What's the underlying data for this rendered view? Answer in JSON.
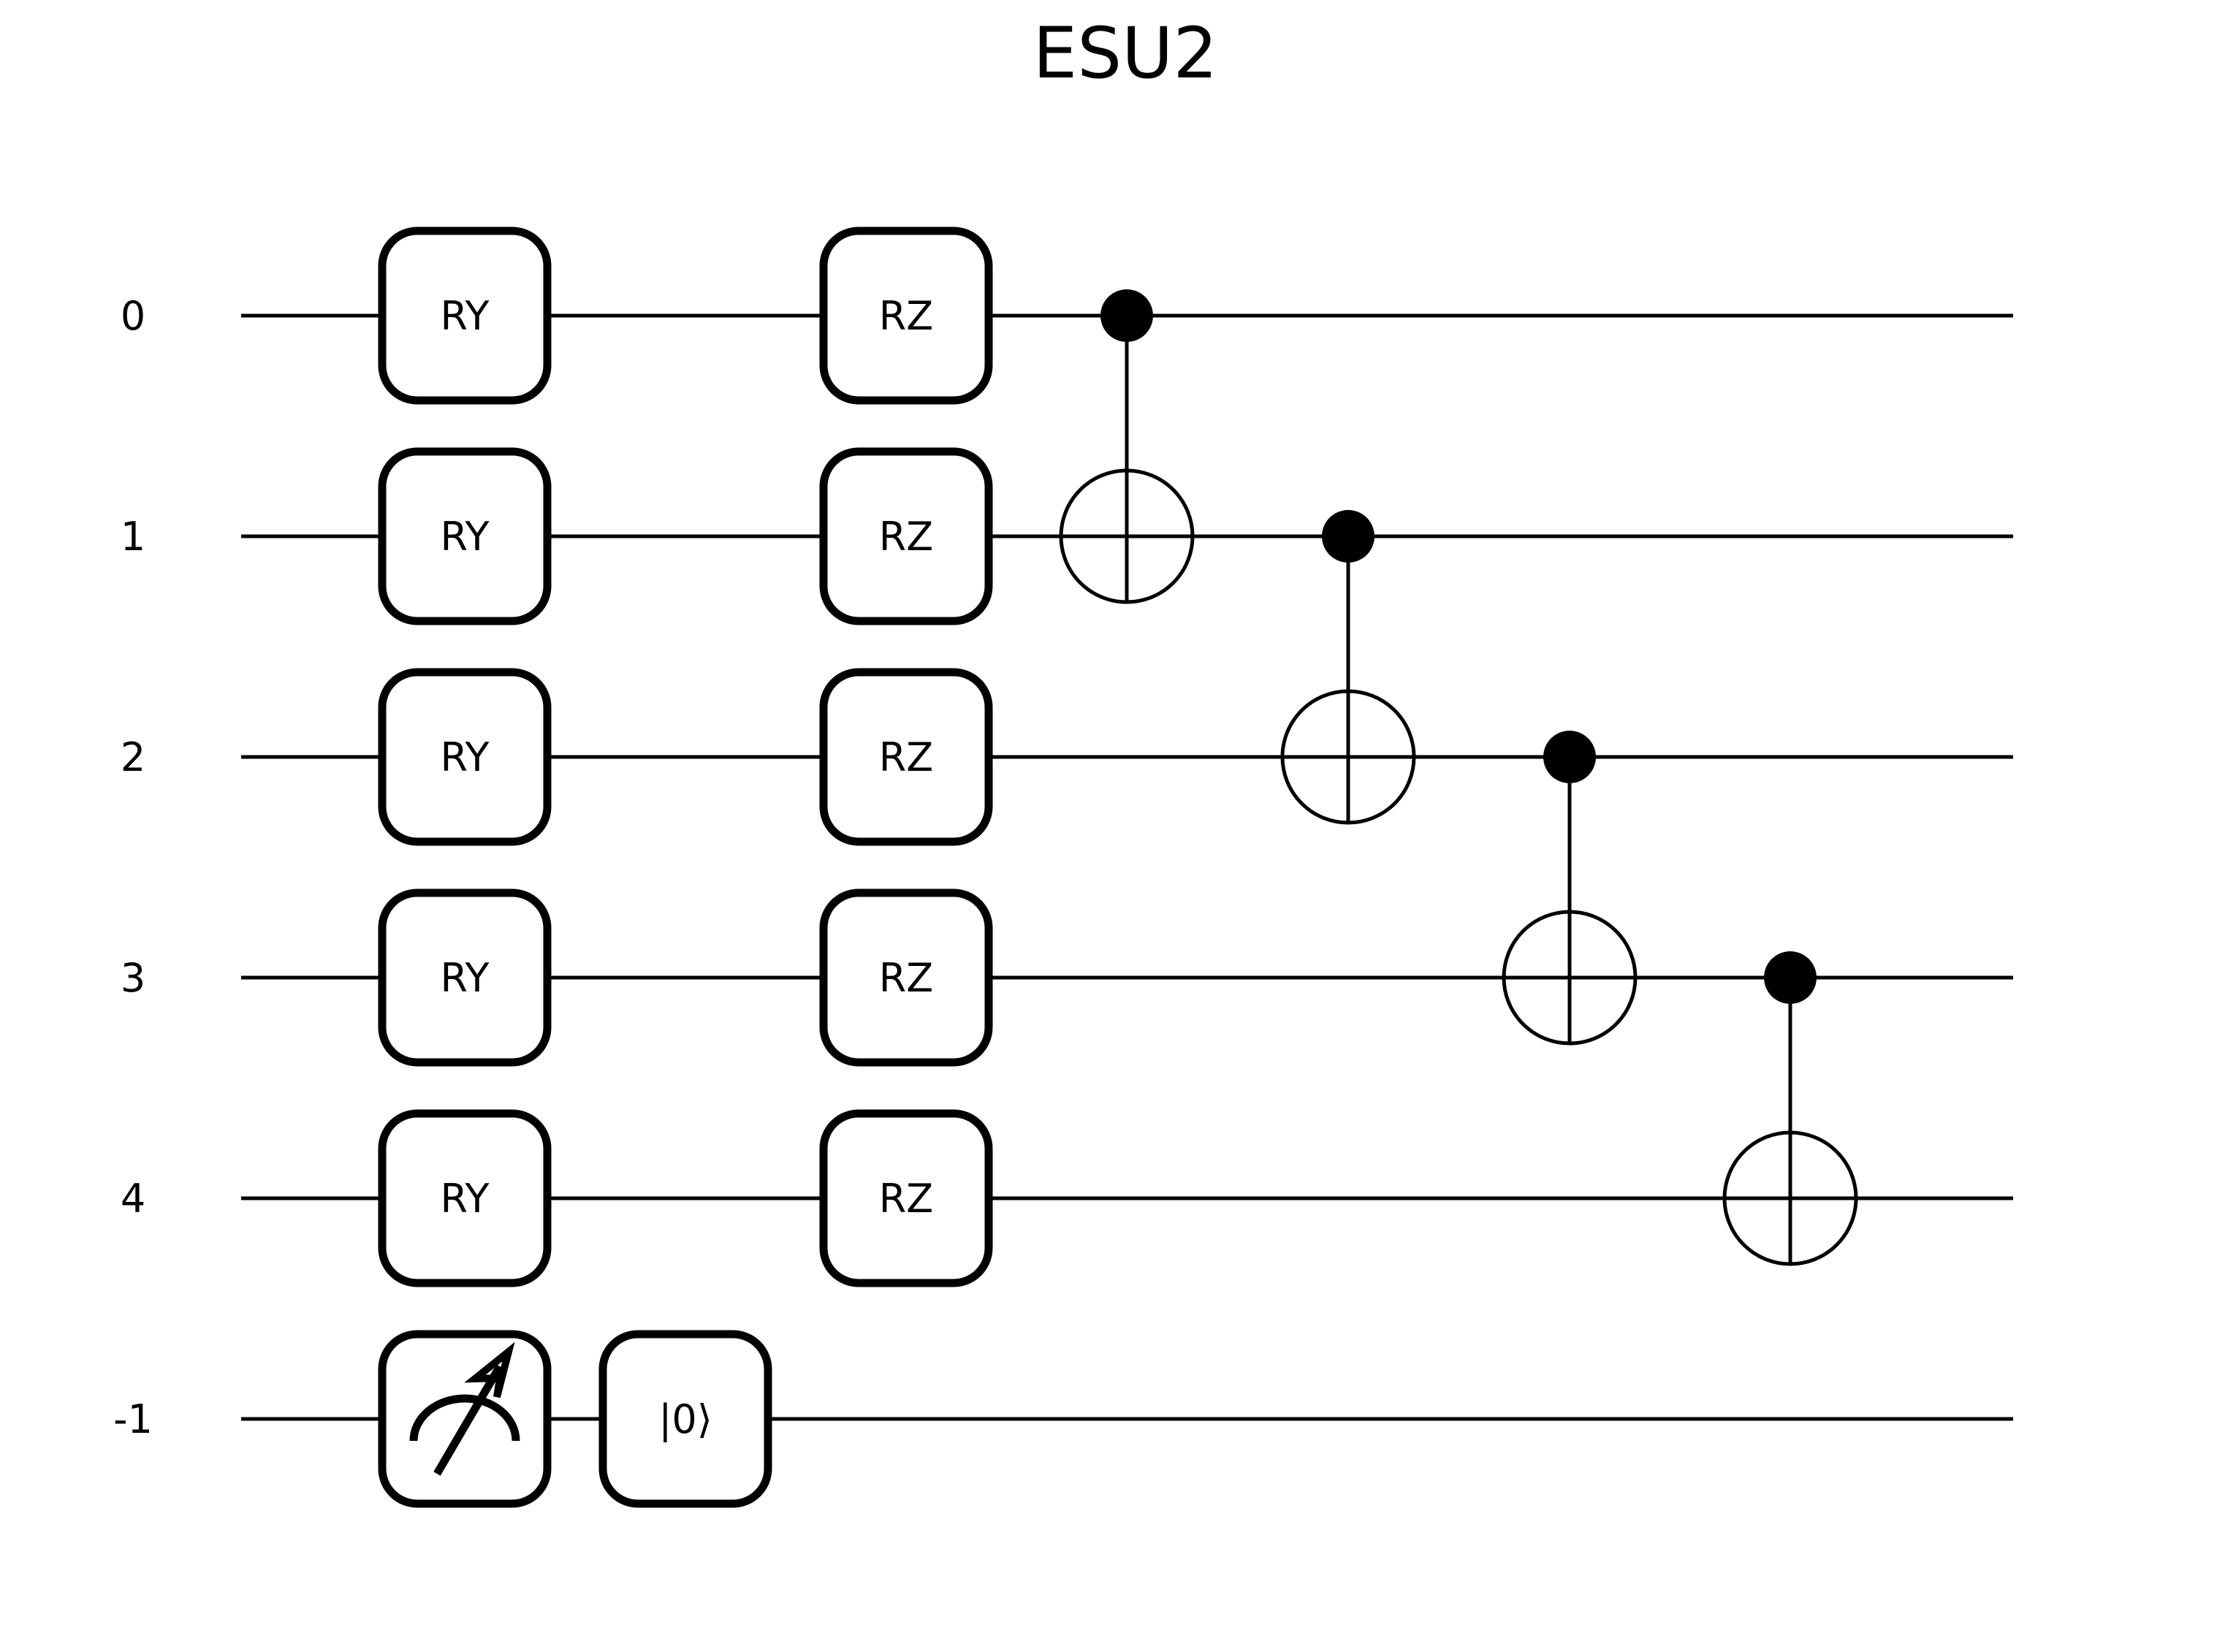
{
  "title": "ESU2",
  "colors": {
    "background": "#ffffff",
    "stroke": "#000000"
  },
  "wires": [
    "0",
    "1",
    "2",
    "3",
    "4",
    "-1"
  ],
  "gates": [
    {
      "wire": 0,
      "column": 0,
      "label": "RY"
    },
    {
      "wire": 1,
      "column": 0,
      "label": "RY"
    },
    {
      "wire": 2,
      "column": 0,
      "label": "RY"
    },
    {
      "wire": 3,
      "column": 0,
      "label": "RY"
    },
    {
      "wire": 4,
      "column": 0,
      "label": "RY"
    },
    {
      "wire": 5,
      "column": 0,
      "type": "measure",
      "icon": "measure-icon"
    },
    {
      "wire": 5,
      "column": 1,
      "label": "|0⟩"
    },
    {
      "wire": 0,
      "column": 2,
      "label": "RZ"
    },
    {
      "wire": 1,
      "column": 2,
      "label": "RZ"
    },
    {
      "wire": 2,
      "column": 2,
      "label": "RZ"
    },
    {
      "wire": 3,
      "column": 2,
      "label": "RZ"
    },
    {
      "wire": 4,
      "column": 2,
      "label": "RZ"
    }
  ],
  "cnots": [
    {
      "control": 0,
      "target": 1,
      "column": 3
    },
    {
      "control": 1,
      "target": 2,
      "column": 4
    },
    {
      "control": 2,
      "target": 3,
      "column": 5
    },
    {
      "control": 3,
      "target": 4,
      "column": 6
    }
  ]
}
